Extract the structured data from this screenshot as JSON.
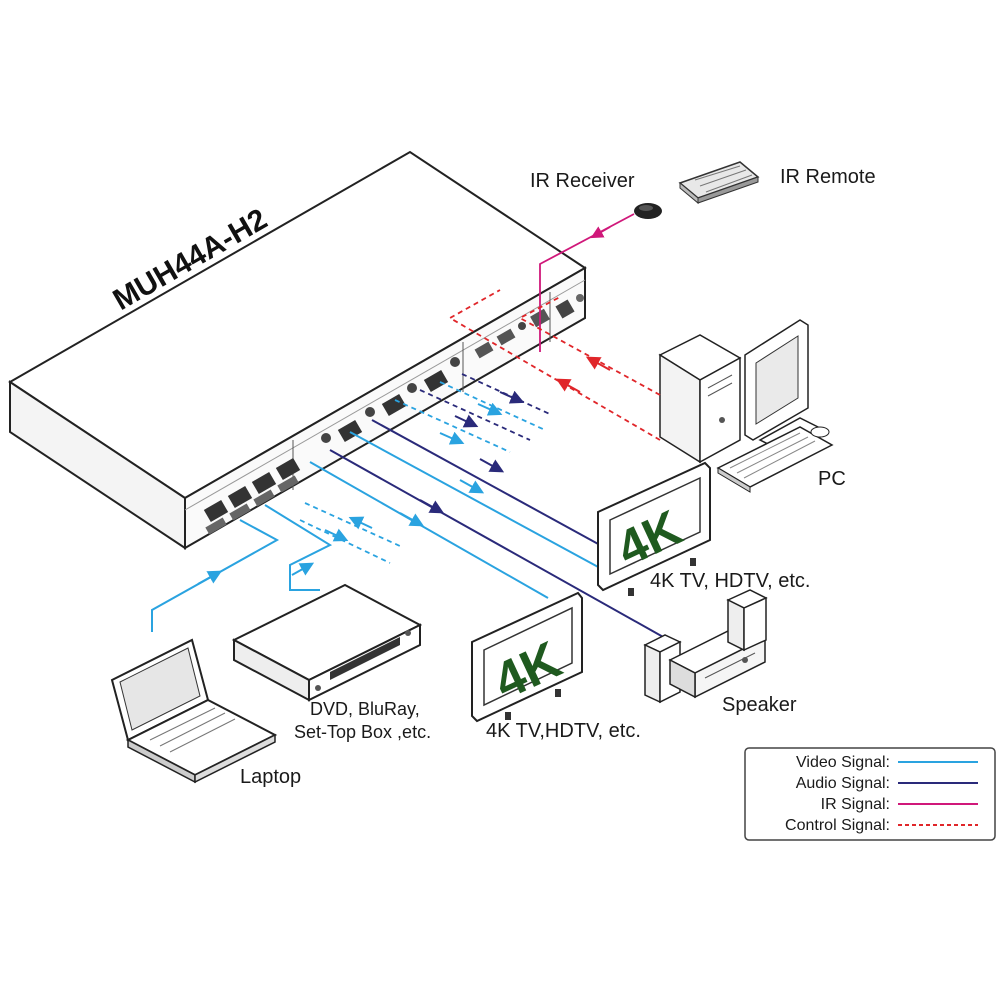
{
  "device": {
    "model": "MUH44A-H2"
  },
  "labels": {
    "ir_receiver": "IR Receiver",
    "ir_remote": "IR Remote",
    "pc": "PC",
    "tv_top": "4K TV, HDTV, etc.",
    "tv_bottom": "4K TV,HDTV, etc.",
    "speaker": "Speaker",
    "dvd_line1": "DVD, BluRay,",
    "dvd_line2": "Set-Top Box ,etc.",
    "laptop": "Laptop",
    "screen_text": "4K"
  },
  "legend": [
    {
      "label": "Video Signal:",
      "color": "#2aa3e0",
      "style": "solid"
    },
    {
      "label": "Audio Signal:",
      "color": "#2a2a7a",
      "style": "solid"
    },
    {
      "label": "IR  Signal:",
      "color": "#d0187a",
      "style": "solid"
    },
    {
      "label": "Control  Signal:",
      "color": "#e0262a",
      "style": "dashed"
    }
  ],
  "colors": {
    "video": "#2aa3e0",
    "audio": "#2a2a7a",
    "ir": "#d0187a",
    "control": "#e0262a"
  }
}
